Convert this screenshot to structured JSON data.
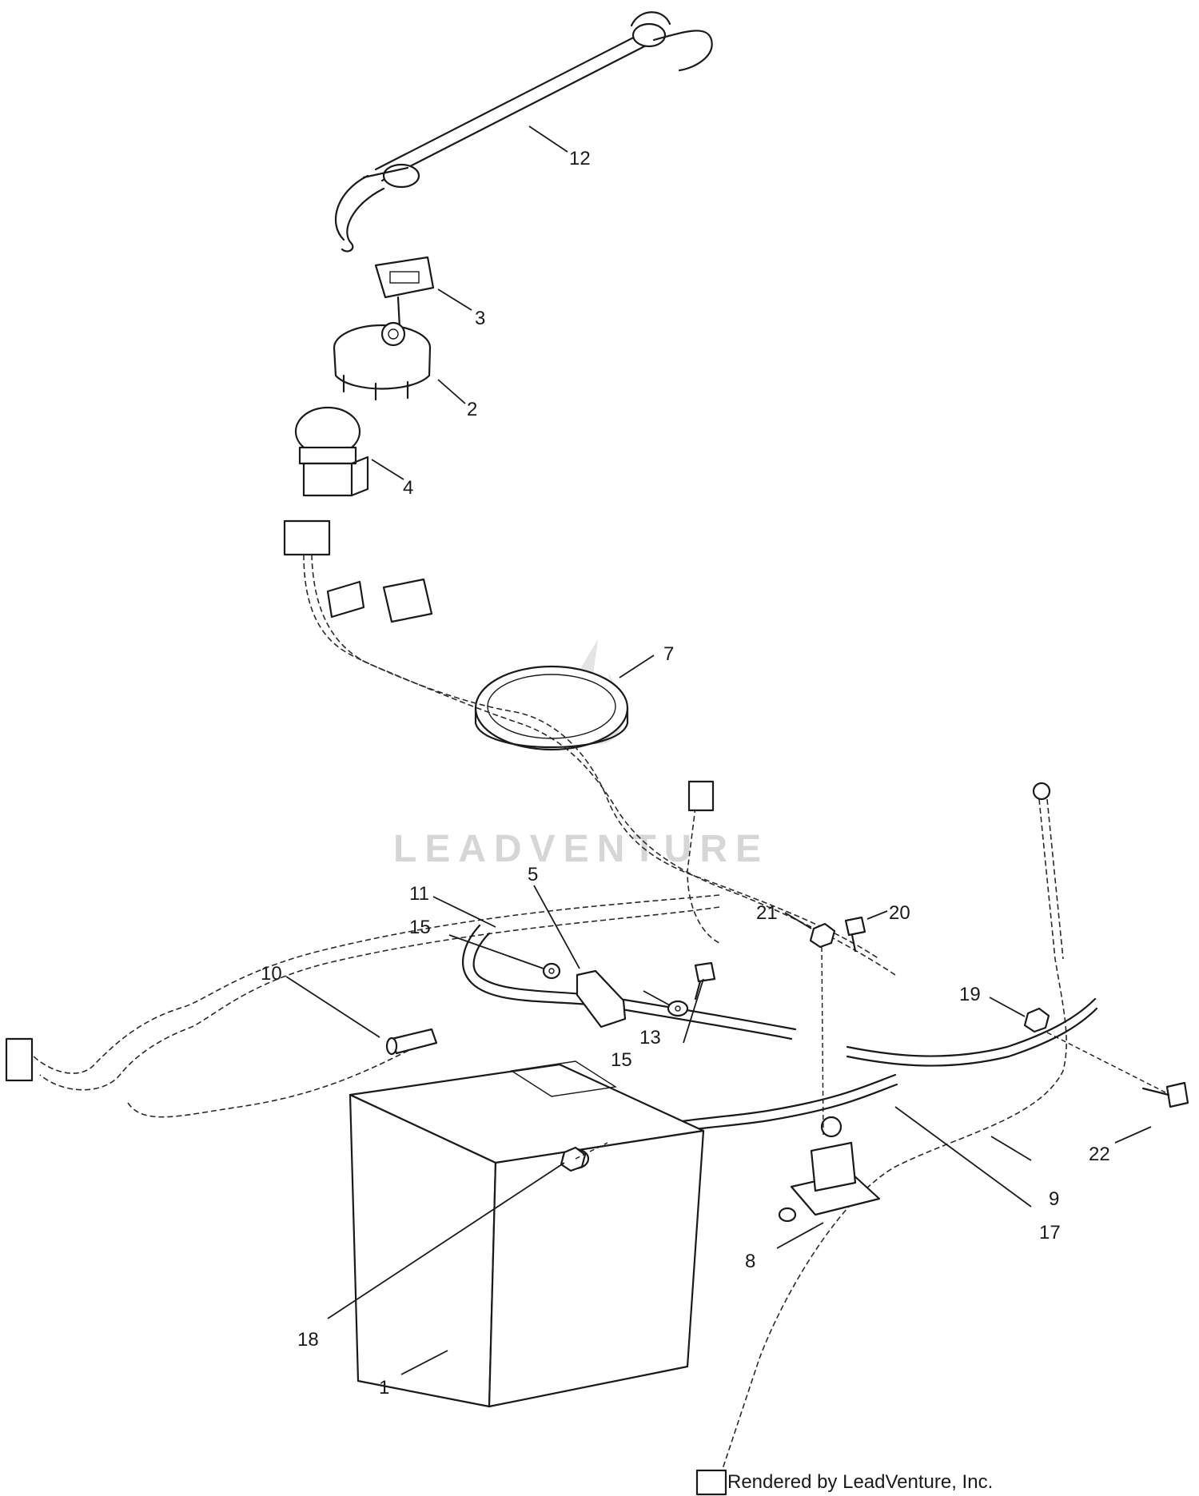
{
  "watermark": "LEADVENTURE",
  "credit": "Rendered by LeadVenture, Inc.",
  "callouts": [
    "12",
    "3",
    "2",
    "4",
    "7",
    "5",
    "11",
    "15",
    "10",
    "21",
    "20",
    "19",
    "13",
    "15",
    "22",
    "9",
    "17",
    "8",
    "18",
    "1"
  ]
}
